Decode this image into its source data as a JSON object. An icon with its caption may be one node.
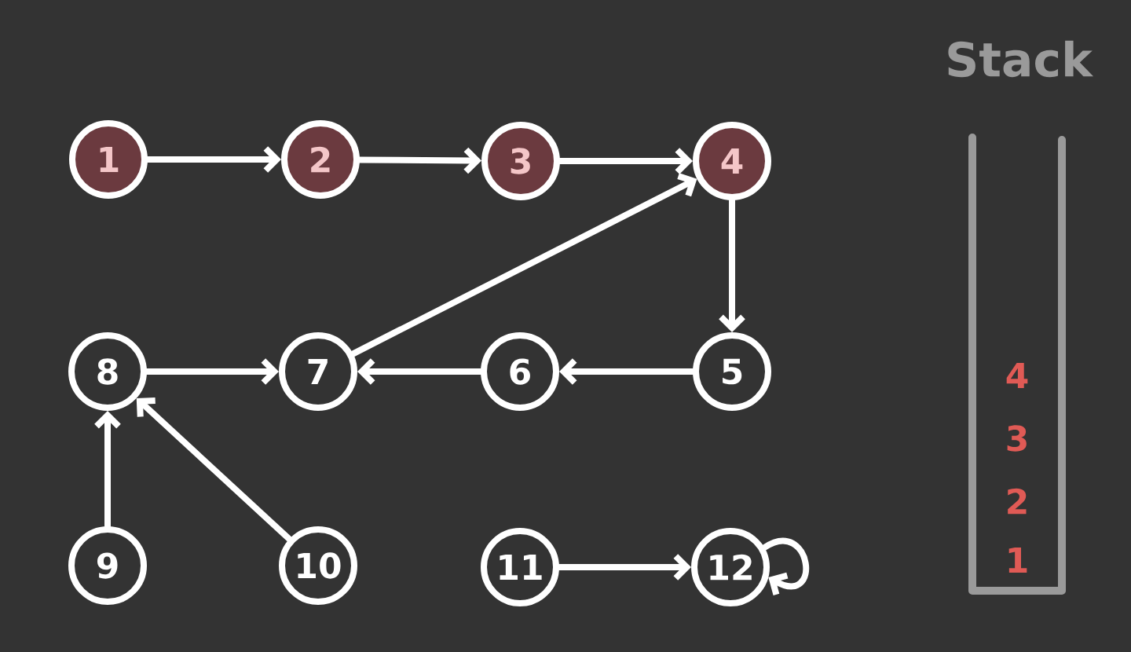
{
  "diagram": {
    "title": "Stack",
    "nodes": [
      {
        "text": [
          "1"
        ]
      },
      {
        "text": [
          "2"
        ]
      },
      {
        "text": [
          "3"
        ]
      },
      {
        "text": [
          "4"
        ]
      },
      {
        "text": [
          "5"
        ]
      },
      {
        "text": [
          "6"
        ]
      },
      {
        "text": [
          "7"
        ]
      },
      {
        "text": [
          "8"
        ]
      },
      {
        "text": [
          "9"
        ]
      },
      {
        "text": [
          "10"
        ]
      },
      {
        "text": [
          "11"
        ]
      },
      {
        "text": [
          "12"
        ]
      }
    ],
    "edges": [
      {
        "from": 0,
        "to": 1,
        "arrow": "to"
      },
      {
        "from": 1,
        "to": 2,
        "arrow": "to"
      },
      {
        "from": 2,
        "to": 3,
        "arrow": "to"
      },
      {
        "from": 3,
        "to": 4,
        "arrow": "to"
      },
      {
        "from": 4,
        "to": 5,
        "arrow": "to"
      },
      {
        "from": 5,
        "to": 6,
        "arrow": "to"
      },
      {
        "from": 6,
        "to": 3,
        "arrow": "to"
      },
      {
        "from": 7,
        "to": 6,
        "arrow": "to"
      },
      {
        "from": 8,
        "to": 7,
        "arrow": "to"
      },
      {
        "from": 9,
        "to": 7,
        "arrow": "to"
      },
      {
        "from": 10,
        "to": 11,
        "arrow": "to"
      },
      {
        "from": 11,
        "to": 11,
        "arrow": "to"
      }
    ],
    "labels": [
      "4",
      "3",
      "2",
      "1"
    ]
  }
}
